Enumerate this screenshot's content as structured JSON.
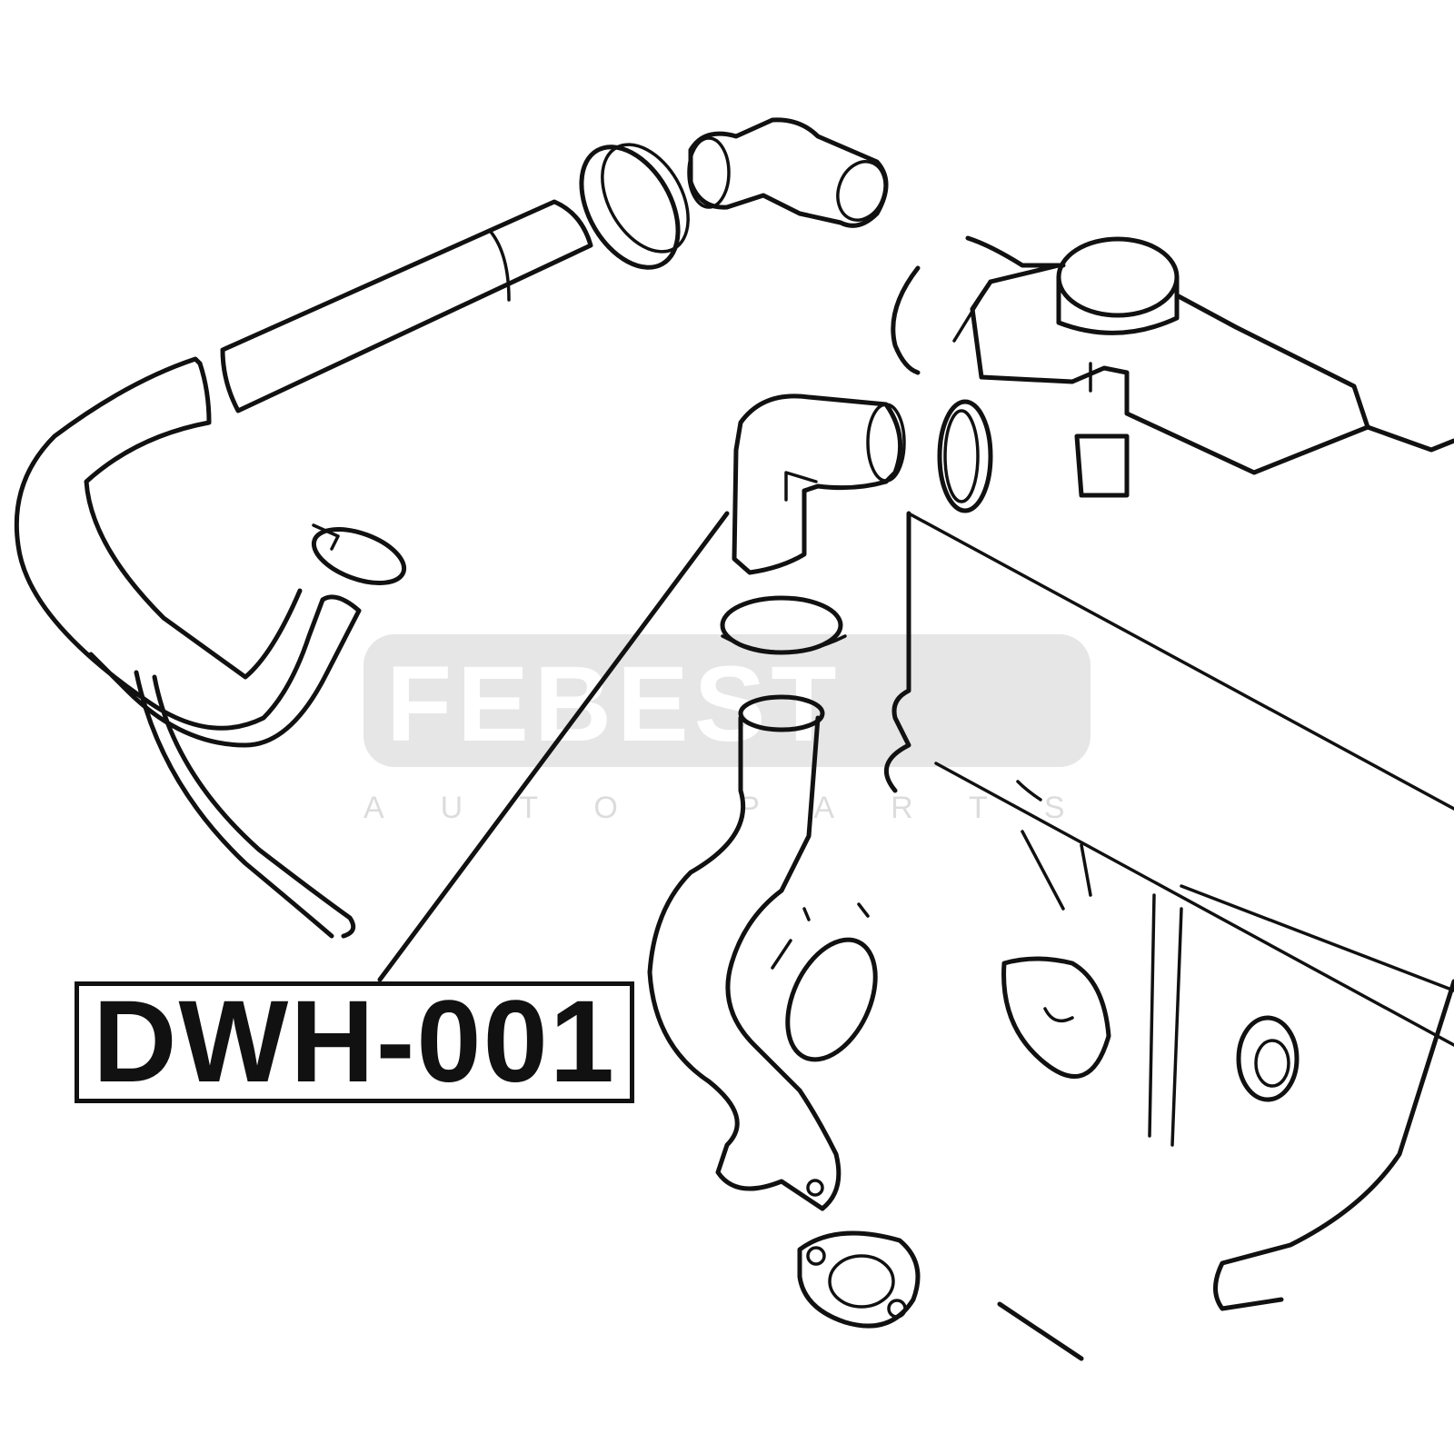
{
  "part_number": "DWH-001",
  "watermark": {
    "brand": "FEBEST",
    "tagline": "AUTO PARTS"
  },
  "colors": {
    "line": "#111111",
    "background": "#ffffff",
    "watermark_box": "#e6e6e6"
  }
}
